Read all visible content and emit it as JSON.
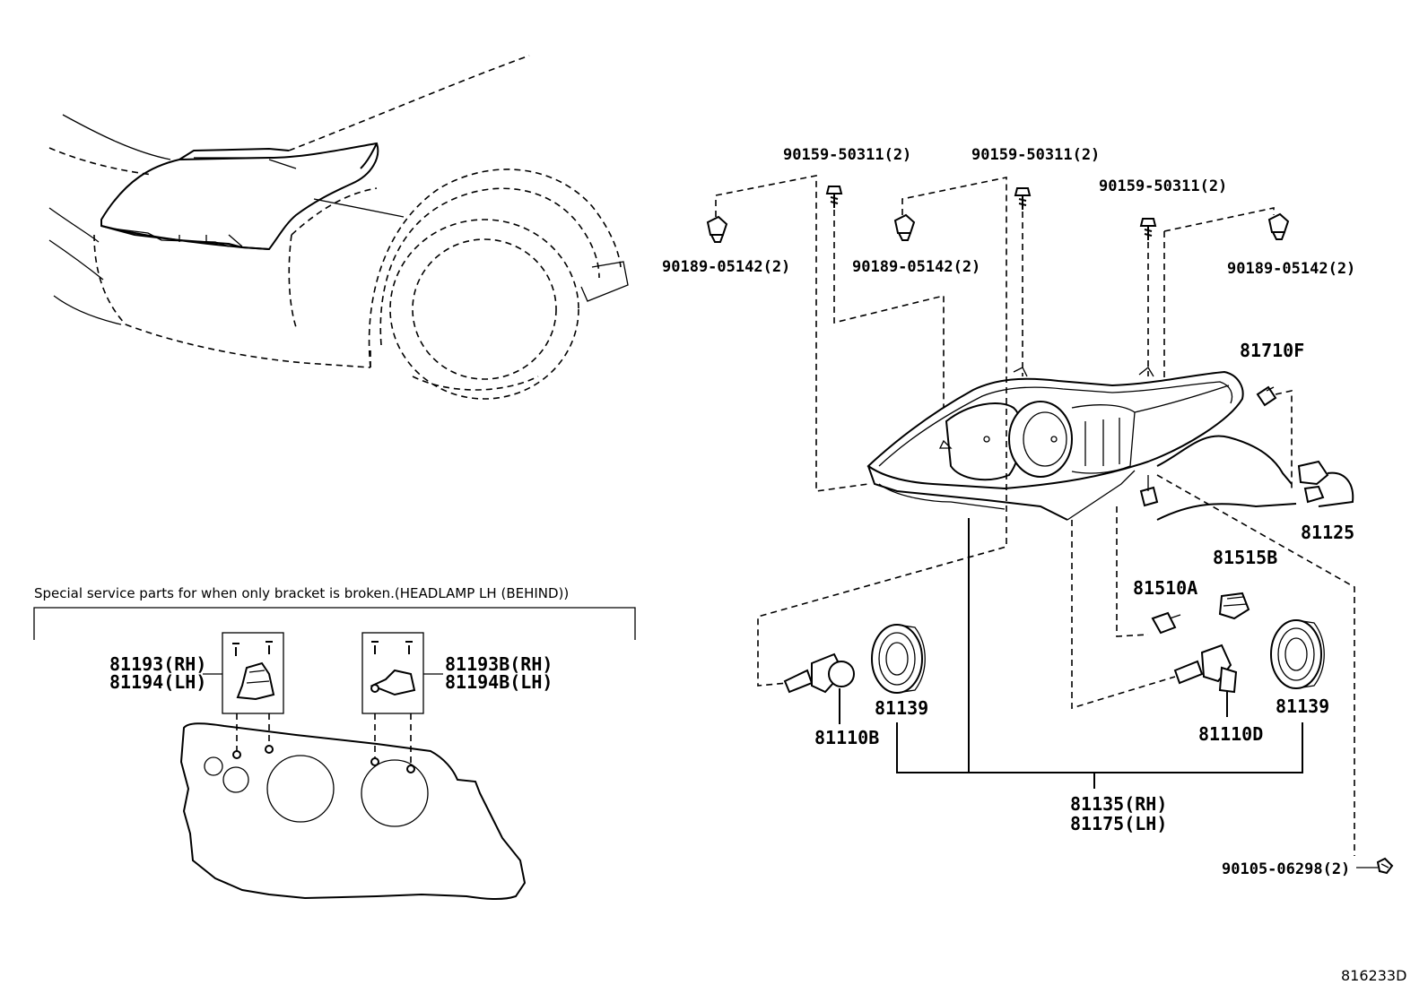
{
  "diagram_code": "816233D",
  "callouts": {
    "clip_a": "90159-50311(2)",
    "clip_b": "90159-50311(2)",
    "clip_c": "90159-50311(2)",
    "grommet_a": "90189-05142(2)",
    "grommet_b": "90189-05142(2)",
    "grommet_c": "90189-05142(2)",
    "bulb_side": "81710F",
    "socket_wire": "81125",
    "socket": "81515B",
    "bulb_wedge": "81510A",
    "bulb_low": "81110B",
    "bulb_high": "81110D",
    "cap_left": "81139",
    "cap_right": "81139",
    "unit_rh": "81135(RH)",
    "unit_lh": "81175(LH)",
    "screw": "90105-06298(2)"
  },
  "service_box": {
    "note": "Special service parts for when only bracket is broken.(HEADLAMP LH (BEHIND))",
    "bracket_a_rh": "81193(RH)",
    "bracket_a_lh": "81194(LH)",
    "bracket_b_rh": "81193B(RH)",
    "bracket_b_lh": "81194B(LH)"
  }
}
